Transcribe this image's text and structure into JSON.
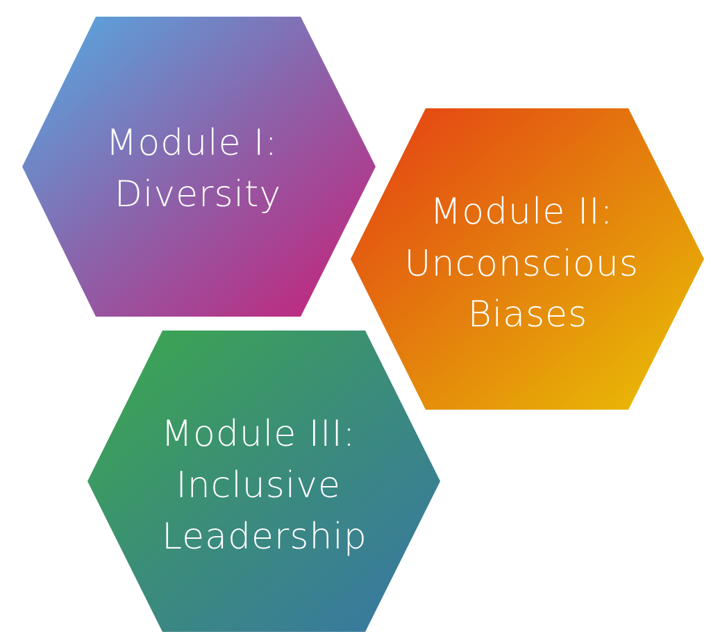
{
  "modules": [
    {
      "id": "module-1",
      "lines": [
        "Module I:",
        "Diversity"
      ],
      "gradient": [
        "#52ade3",
        "#8c62aa",
        "#c81f78"
      ]
    },
    {
      "id": "module-2",
      "lines": [
        "Module II:",
        "Unconscious",
        "Biases"
      ],
      "gradient": [
        "#e53d14",
        "#e4800d",
        "#e9c304"
      ]
    },
    {
      "id": "module-3",
      "lines": [
        "Module III:",
        "Inclusive",
        "Leadership"
      ],
      "gradient": [
        "#3ca84b",
        "#3b8c7a",
        "#3876a6"
      ]
    }
  ]
}
